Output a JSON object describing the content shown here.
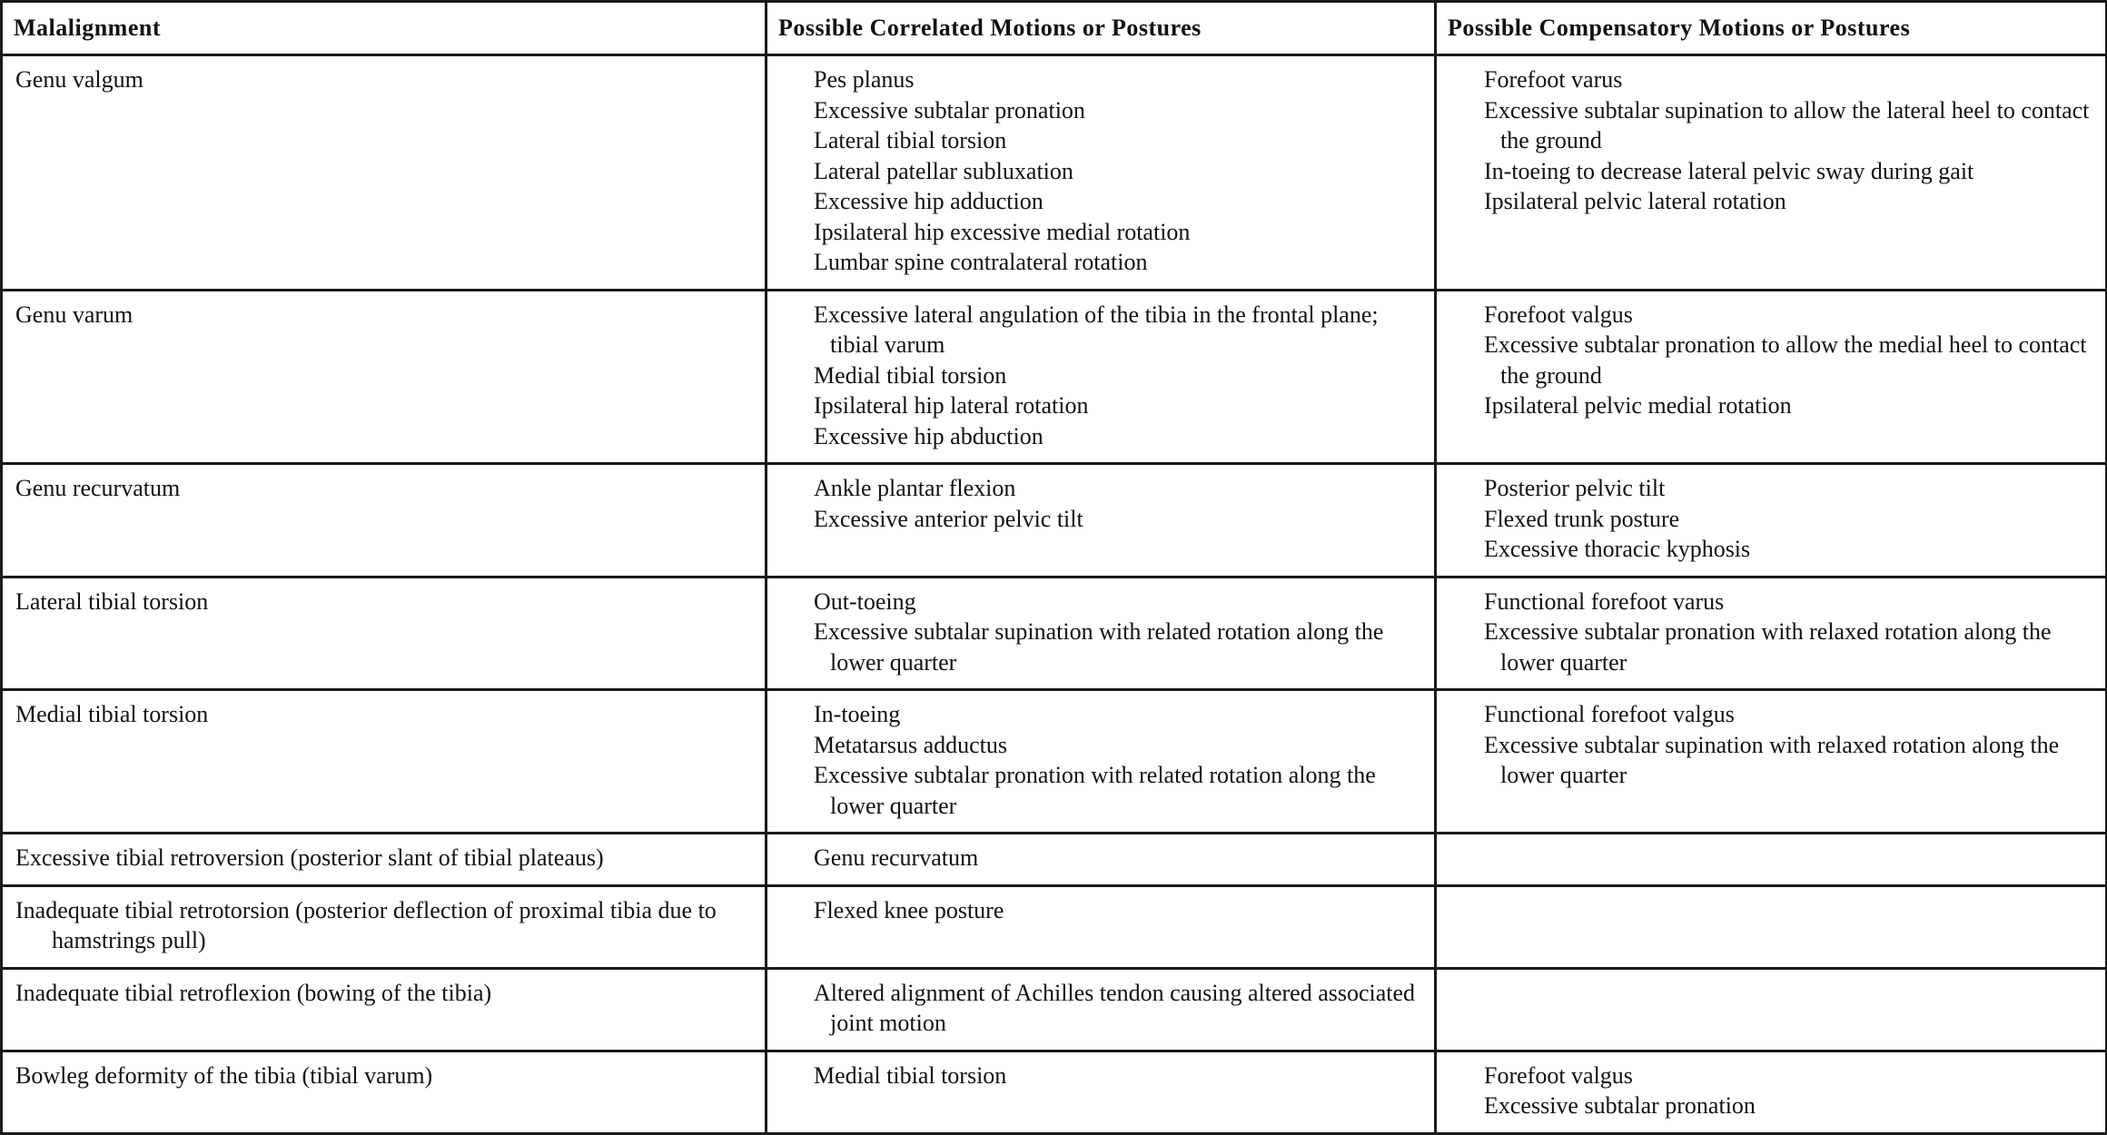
{
  "table": {
    "headers": {
      "malalignment": "Malalignment",
      "correlated": "Possible Correlated Motions or Postures",
      "compensatory": "Possible Compensatory Motions or Postures"
    },
    "rows": [
      {
        "malalignment": "Genu valgum",
        "correlated": [
          "Pes planus",
          "Excessive subtalar pronation",
          "Lateral tibial torsion",
          "Lateral patellar subluxation",
          "Excessive hip adduction",
          "Ipsilateral hip excessive medial rotation",
          "Lumbar spine contralateral rotation"
        ],
        "compensatory": [
          "Forefoot varus",
          "Excessive subtalar supination to allow the lateral heel to contact the ground",
          "In-toeing to decrease lateral pelvic sway during gait",
          "Ipsilateral pelvic lateral rotation"
        ]
      },
      {
        "malalignment": "Genu varum",
        "correlated": [
          "Excessive lateral angulation of the tibia in the frontal plane; tibial varum",
          "Medial tibial torsion",
          "Ipsilateral hip lateral rotation",
          "Excessive hip abduction"
        ],
        "compensatory": [
          "Forefoot valgus",
          "Excessive subtalar pronation to allow the medial heel to contact the ground",
          "Ipsilateral pelvic medial rotation"
        ]
      },
      {
        "malalignment": "Genu recurvatum",
        "correlated": [
          "Ankle plantar flexion",
          "Excessive anterior pelvic tilt"
        ],
        "compensatory": [
          "Posterior pelvic tilt",
          "Flexed trunk posture",
          "Excessive thoracic kyphosis"
        ]
      },
      {
        "malalignment": "Lateral tibial torsion",
        "correlated": [
          "Out-toeing",
          "Excessive subtalar supination with related rotation along the lower quarter"
        ],
        "compensatory": [
          "Functional forefoot varus",
          "Excessive subtalar pronation with relaxed rotation along the lower quarter"
        ]
      },
      {
        "malalignment": "Medial tibial torsion",
        "correlated": [
          "In-toeing",
          "Metatarsus adductus",
          "Excessive subtalar pronation with related rotation along the lower quarter"
        ],
        "compensatory": [
          "Functional forefoot valgus",
          "Excessive subtalar supination with relaxed rotation along the lower quarter"
        ]
      },
      {
        "malalignment": "Excessive tibial retroversion (posterior slant of tibial plateaus)",
        "correlated": [
          "Genu recurvatum"
        ],
        "compensatory": []
      },
      {
        "malalignment": "Inadequate tibial retrotorsion (posterior deflection of proximal tibia due to hamstrings pull)",
        "correlated": [
          "Flexed knee posture"
        ],
        "compensatory": []
      },
      {
        "malalignment": "Inadequate tibial retroflexion (bowing of the tibia)",
        "correlated": [
          "Altered alignment of Achilles tendon causing altered associated joint motion"
        ],
        "compensatory": []
      },
      {
        "malalignment": "Bowleg deformity of the tibia (tibial varum)",
        "correlated": [
          "Medial tibial torsion"
        ],
        "compensatory": [
          "Forefoot valgus",
          "Excessive subtalar pronation"
        ]
      }
    ]
  }
}
